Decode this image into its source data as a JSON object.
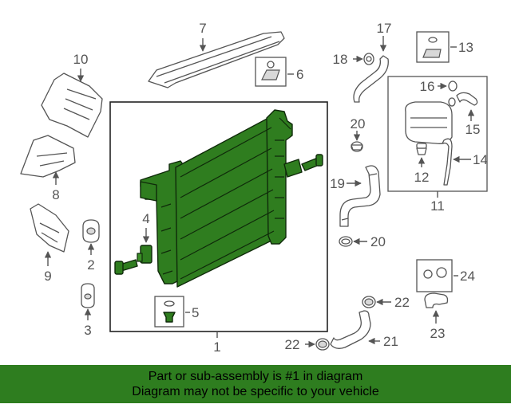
{
  "diagram": {
    "callouts": {
      "c1": "1",
      "c2": "2",
      "c3": "3",
      "c4": "4",
      "c5": "5",
      "c6": "6",
      "c7": "7",
      "c8": "8",
      "c9": "9",
      "c10": "10",
      "c11": "11",
      "c12": "12",
      "c13": "13",
      "c14": "14",
      "c15": "15",
      "c16": "16",
      "c17": "17",
      "c18": "18",
      "c19": "19",
      "c20a": "20",
      "c20b": "20",
      "c21": "21",
      "c22a": "22",
      "c22b": "22",
      "c23": "23",
      "c24": "24"
    },
    "highlight_color": "#2e7d1f"
  },
  "banner": {
    "line1": "Part or sub-assembly is #1 in diagram",
    "line2": "Diagram may not be specific to your vehicle"
  }
}
